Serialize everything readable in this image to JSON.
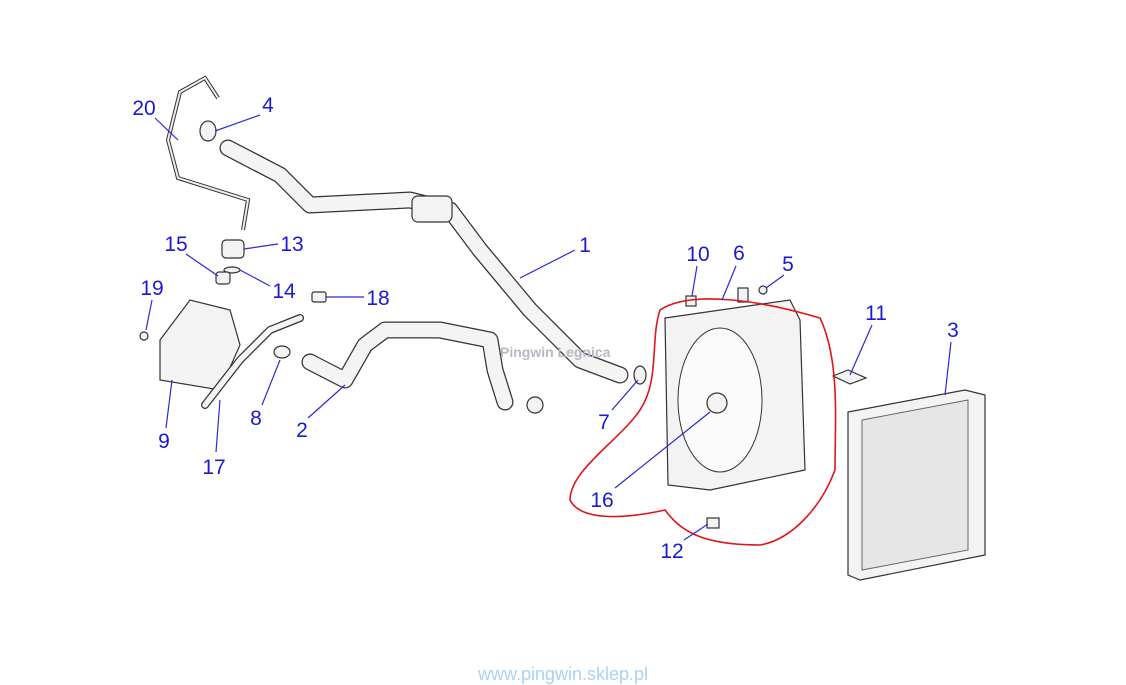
{
  "diagram": {
    "callouts": [
      "1",
      "2",
      "3",
      "4",
      "5",
      "6",
      "7",
      "8",
      "9",
      "10",
      "11",
      "12",
      "13",
      "14",
      "15",
      "16",
      "17",
      "18",
      "19",
      "20"
    ],
    "watermark": "Pingwin Legnica",
    "footer_url": "www.pingwin.sklep.pl",
    "colors": {
      "callout": "#1a1ad0",
      "highlight": "#e0141e",
      "url": "#a9d2f3"
    }
  }
}
